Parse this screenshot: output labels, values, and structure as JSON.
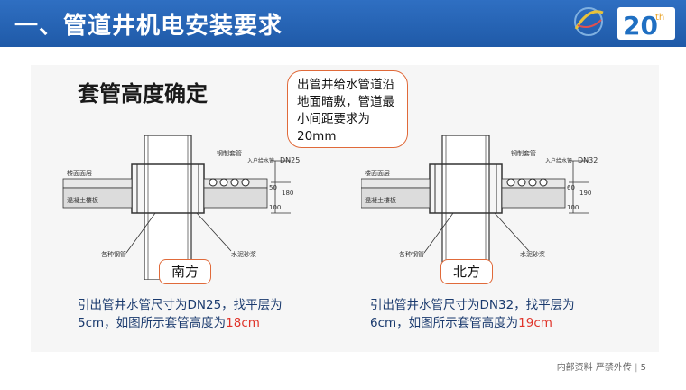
{
  "header": {
    "title": "一、管道井机电安装要求",
    "logo_text": "20",
    "logo_sup": "th"
  },
  "section_title": "套管高度确定",
  "callout": {
    "text": "出管井给水管道沿地面暗敷，管道最小间距要求为20mm"
  },
  "left_diagram": {
    "labels": {
      "casing": "钢制套管",
      "pipe": "入户给水管",
      "dn": "DN25",
      "floor": "楼面面层",
      "slab": "混凝土楼板",
      "steel": "各种钢管",
      "mortar": "水泥砂浆"
    },
    "dims": [
      "100",
      "50",
      "180"
    ],
    "tag": "南方",
    "caption_pre": "引出管井水管尺寸为DN25，找平层为5cm，如图所示套管高度为",
    "caption_hl": "18cm"
  },
  "right_diagram": {
    "labels": {
      "casing": "钢制套管",
      "pipe": "入户给水管",
      "dn": "DN32",
      "floor": "楼面面层",
      "slab": "混凝土楼板",
      "steel": "各种钢管",
      "mortar": "水泥砂浆"
    },
    "dims": [
      "100",
      "60",
      "190"
    ],
    "tag": "北方",
    "caption_pre": "引出管井水管尺寸为DN32，找平层为6cm，如图所示套管高度为",
    "caption_hl": "19cm"
  },
  "footer": {
    "text": "内部资料 严禁外传",
    "page": "5"
  }
}
